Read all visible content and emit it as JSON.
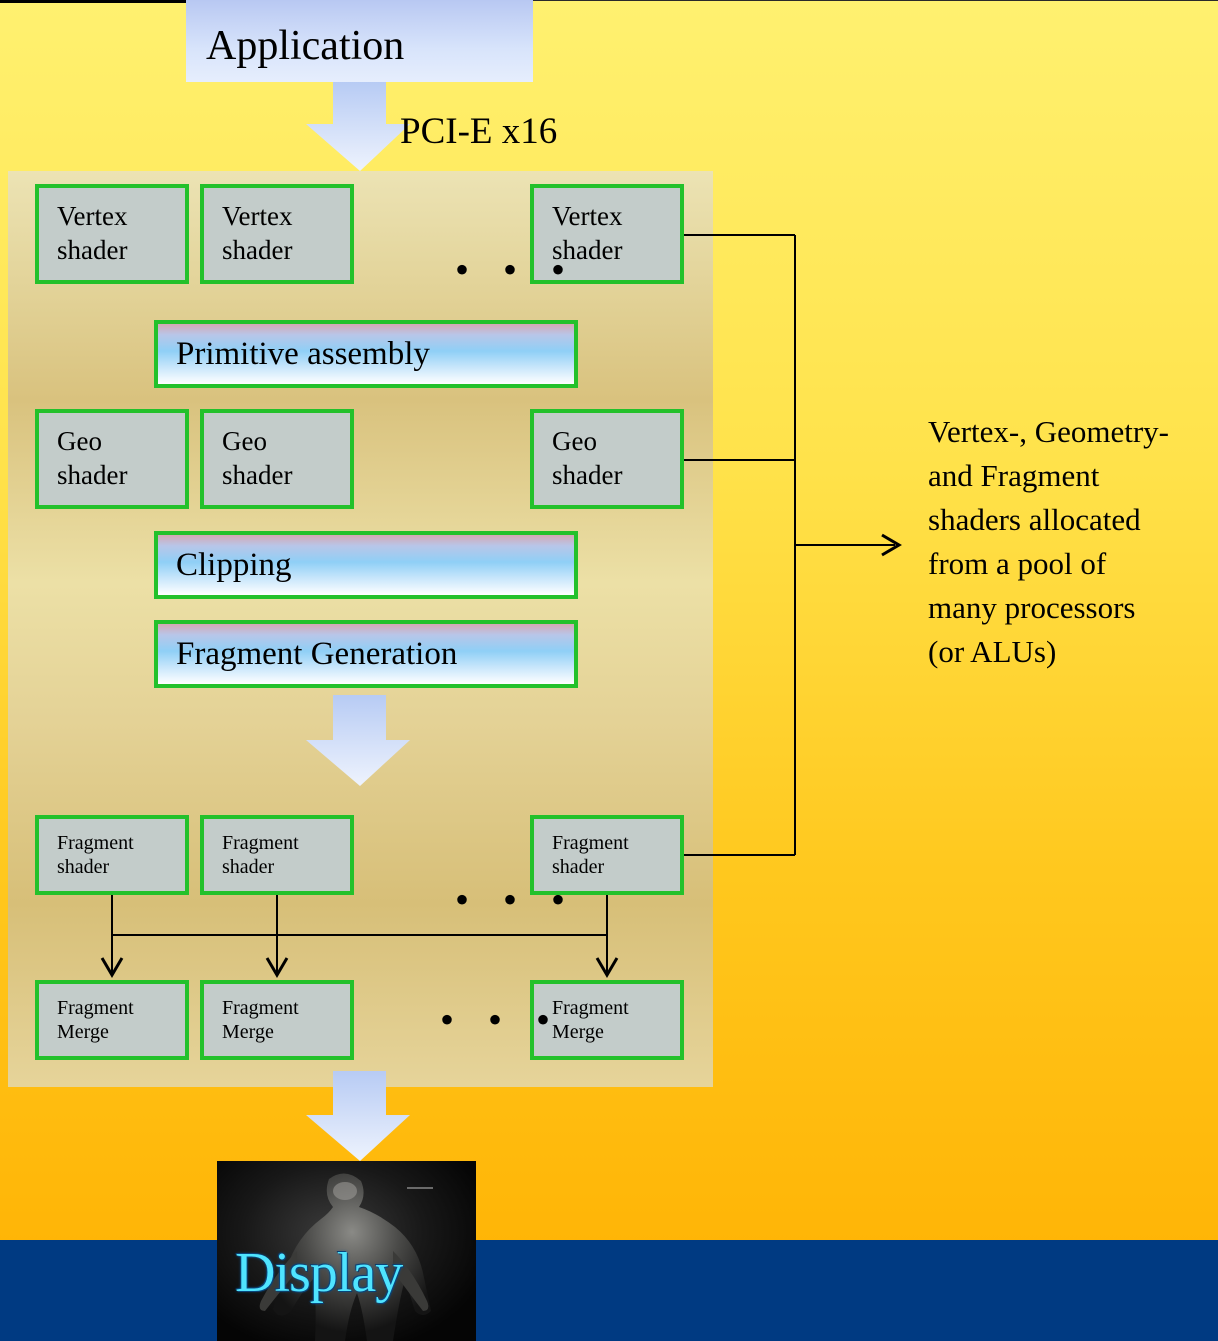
{
  "application": "Application",
  "bus": "PCI-E x16",
  "vertex_shaders": [
    "Vertex\nshader",
    "Vertex\nshader",
    "Vertex\nshader"
  ],
  "primitive_assembly": "Primitive assembly",
  "geo_shaders": [
    "Geo\nshader",
    "Geo\nshader",
    "Geo\nshader"
  ],
  "clipping": "Clipping",
  "fragment_generation": "Fragment Generation",
  "fragment_shaders": [
    "Fragment\nshader",
    "Fragment\nshader",
    "Fragment\nshader"
  ],
  "fragment_merges": [
    "Fragment\nMerge",
    "Fragment\nMerge",
    "Fragment\nMerge"
  ],
  "ellipsis": "• • •",
  "note": "Vertex-, Geometry-\nand Fragment\nshaders allocated\nfrom a pool of\nmany processors\n(or ALUs)",
  "display": "Display",
  "colors": {
    "box_fill": "#c3ccca",
    "box_border": "#23c12b",
    "arrow_fill": "#c9d9f7",
    "bottom_band": "#003a82"
  }
}
